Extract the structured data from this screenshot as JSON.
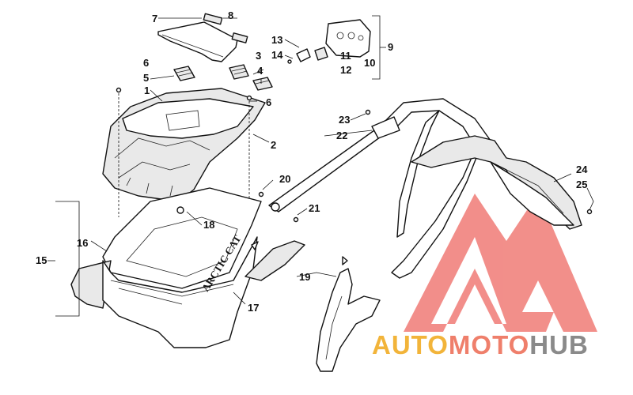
{
  "callouts": {
    "c1": "1",
    "c2": "2",
    "c3": "3",
    "c4": "4",
    "c5": "5",
    "c6a": "6",
    "c6b": "6",
    "c7": "7",
    "c8": "8",
    "c9": "9",
    "c10": "10",
    "c11": "11",
    "c12": "12",
    "c13": "13",
    "c14": "14",
    "c15": "15",
    "c16": "16",
    "c17": "17",
    "c18": "18",
    "c19": "19",
    "c20": "20",
    "c21": "21",
    "c22": "22",
    "c23": "23",
    "c24": "24",
    "c25": "25"
  },
  "part_marking": "ARCTIC CAT",
  "watermark": {
    "auto": "AUTO",
    "moto": "MOTO",
    "hub": "HUB",
    "colors": {
      "auto": "#f2b43a",
      "moto": "#ef7f6b",
      "hub": "#8a8a8a",
      "logo": "#f07b76"
    }
  }
}
